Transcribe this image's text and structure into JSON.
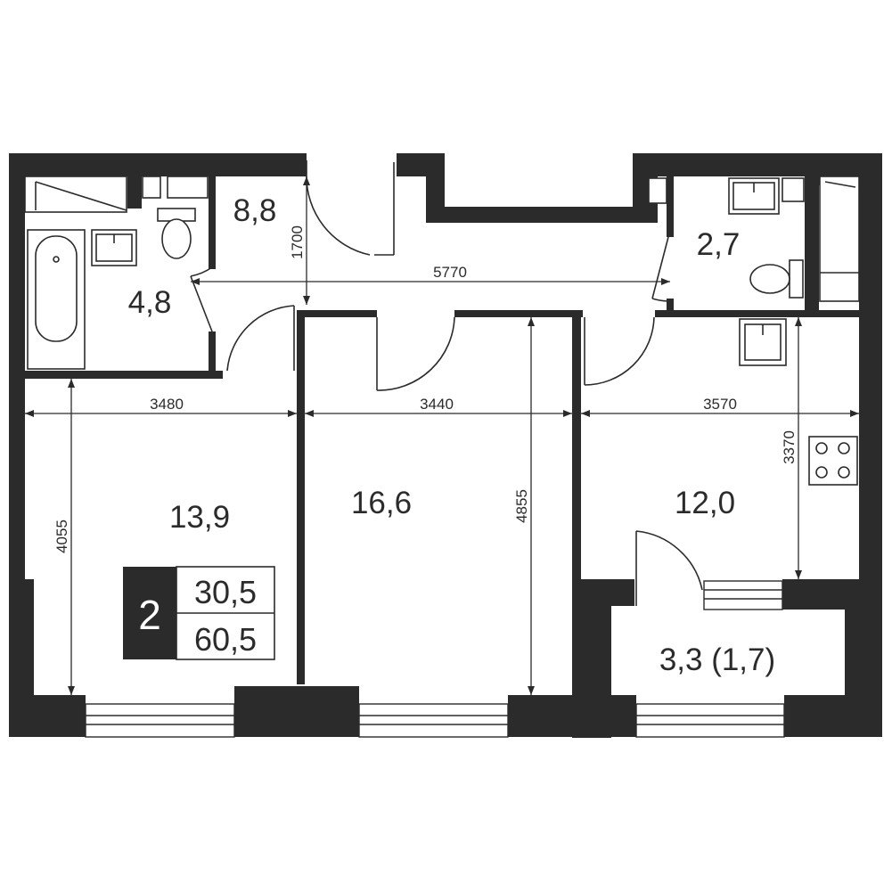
{
  "rooms": [
    {
      "id": "hall",
      "area": "8,8"
    },
    {
      "id": "bathroom",
      "area": "4,8"
    },
    {
      "id": "wc",
      "area": "2,7"
    },
    {
      "id": "bedroom-left",
      "area": "13,9"
    },
    {
      "id": "bedroom-middle",
      "area": "16,6"
    },
    {
      "id": "kitchen",
      "area": "12,0"
    },
    {
      "id": "balcony",
      "area": "3,3 (1,7)"
    }
  ],
  "dimensions": {
    "corridor_length": "5770",
    "hall_depth": "1700",
    "left_room_width": "3480",
    "middle_room_width": "3440",
    "kitchen_width": "3570",
    "left_room_depth": "4055",
    "middle_room_depth": "4855",
    "kitchen_depth": "3370"
  },
  "summary": {
    "room_count": "2",
    "living_area": "30,5",
    "total_area": "60,5"
  },
  "colors": {
    "wall": "#2b2b2b",
    "background": "#ffffff"
  }
}
